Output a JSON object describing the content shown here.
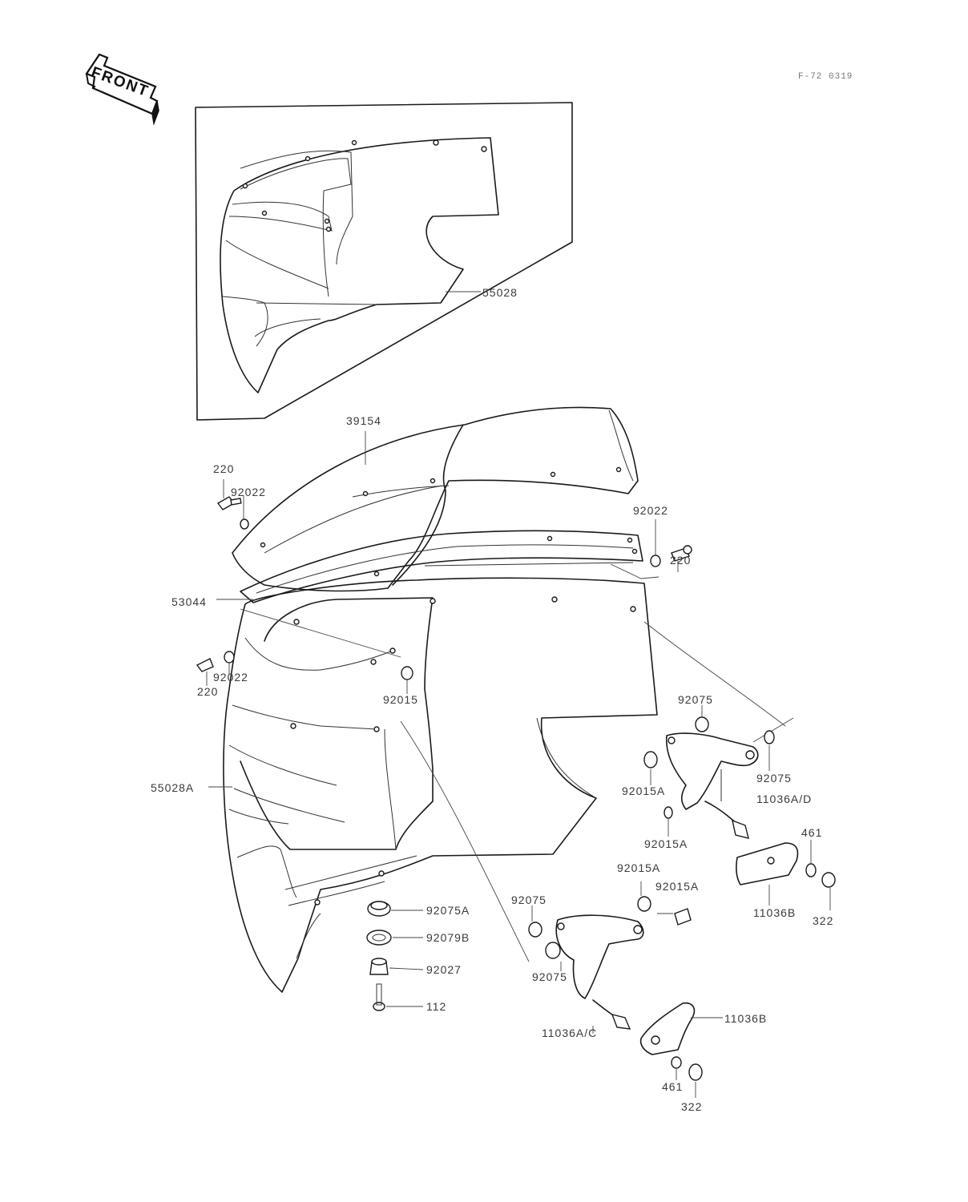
{
  "badge": {
    "text": "FRONT"
  },
  "drawing_code": "F-72  0319",
  "parts": {
    "inset_cowl": "55028",
    "windshield": "39154",
    "screw_tl": "220",
    "washer_tl": "92022",
    "washer_tr": "92022",
    "screw_tr": "220",
    "trim": "53044",
    "washer_ml": "92022",
    "screw_ml": "220",
    "nut_center": "92015",
    "cowl_main": "55028A",
    "grommet_a": "92075A",
    "grommet_b": "92079B",
    "collar": "92027",
    "screw_bottom": "112",
    "grommet_bracket": "92075",
    "bracket_left": "92075",
    "nut_ra1": "92015A",
    "nut_ra2": "92015A",
    "stay_label": "92075",
    "stay_upper": "11036A/D",
    "nut_rb1": "92015A",
    "nut_rb2": "92015A",
    "washer_461_r": "461",
    "clamp_r": "11036B",
    "bolt_322_r": "322",
    "grommet_mid": "92075",
    "stay_lower": "11036A/C",
    "clamp_bottom": "11036B",
    "washer_461_b": "461",
    "bolt_322_b": "322"
  }
}
